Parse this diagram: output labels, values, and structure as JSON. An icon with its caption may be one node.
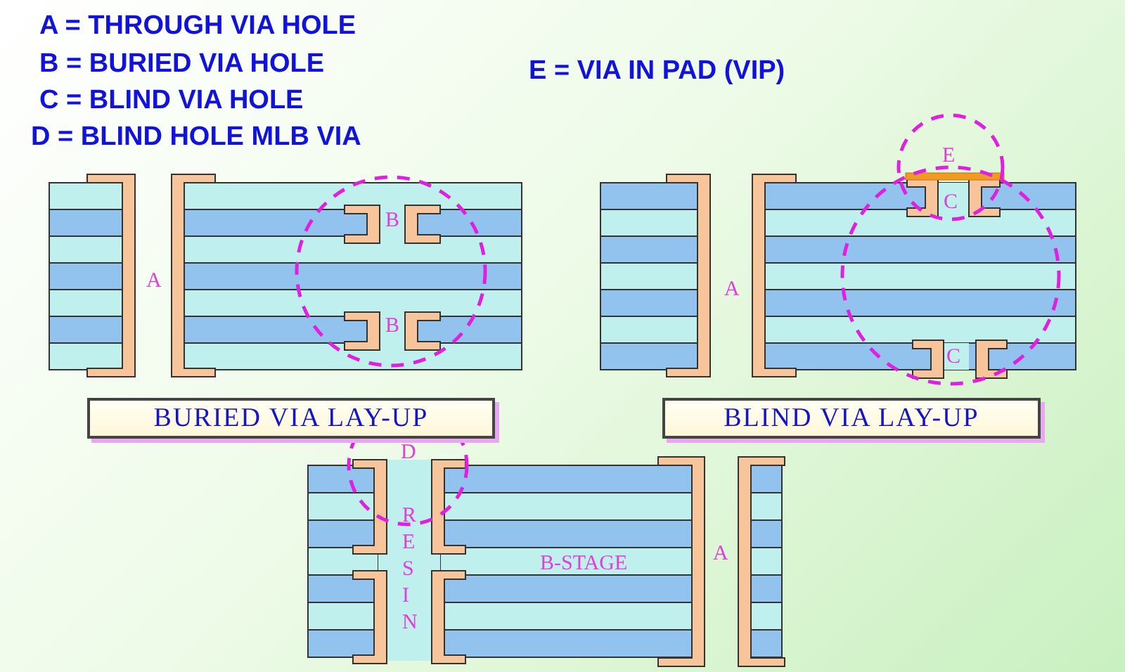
{
  "diagram": {
    "nodes": [
      {
        "text": [
          "BURIED VIA LAY-UP"
        ]
      },
      {
        "text": [
          "BLIND VIA LAY-UP"
        ]
      }
    ],
    "edges": [],
    "labels": [
      "A = THROUGH VIA HOLE",
      "B = BURIED VIA HOLE",
      "C = BLIND VIA HOLE",
      "D = BLIND HOLE MLB VIA",
      "E = VIA IN PAD (VIP)",
      "B",
      "A",
      "B",
      "E",
      "C",
      "A",
      "C",
      "D",
      "RESIN",
      "B-STAGE",
      "A"
    ]
  }
}
